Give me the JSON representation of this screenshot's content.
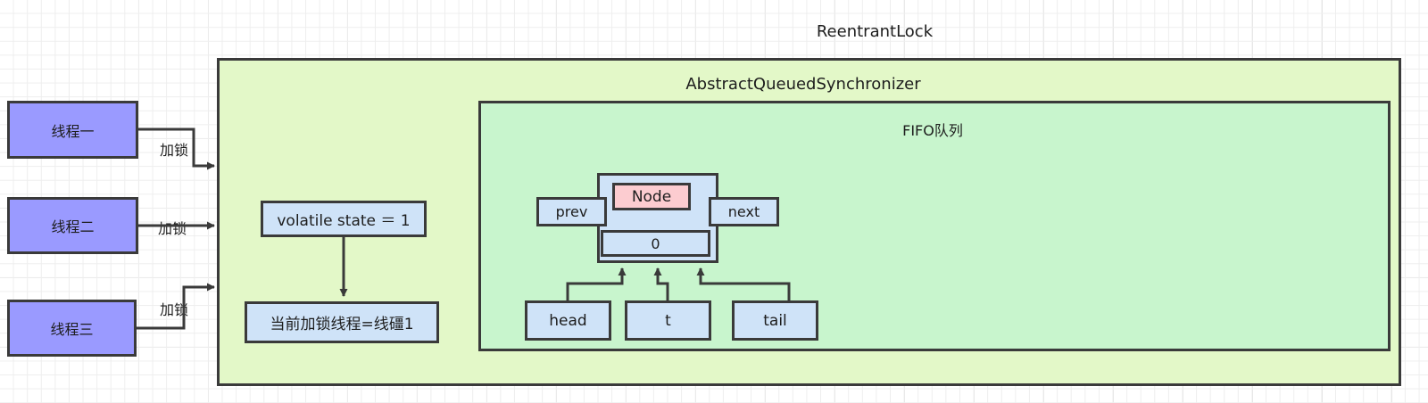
{
  "diagram": {
    "top_title": "ReentrantLock",
    "outer_container_title": "AbstractQueuedSynchronizer",
    "inner_container_title": "FIFO队列",
    "threads": [
      {
        "label": "线程一",
        "edge_label": "加锁"
      },
      {
        "label": "线程二",
        "edge_label": "加锁"
      },
      {
        "label": "线程三",
        "edge_label": "加锁"
      }
    ],
    "state_box": "volatile state ＝ 1",
    "owner_box": "当前加锁线程=线礓1",
    "node": {
      "title": "Node",
      "prev": "prev",
      "next": "next",
      "waitstatus": "0"
    },
    "pointers": [
      {
        "label": "head"
      },
      {
        "label": "t"
      },
      {
        "label": "tail"
      }
    ],
    "colors": {
      "thread_fill": "#9a9aff",
      "outer_fill": "#e3f8c8",
      "inner_fill": "#c8f5cd",
      "blue_fill": "#cfe3f8",
      "pink_fill": "#fcccd0",
      "stroke": "#3a3a3a",
      "grid": "#e2e2e2"
    }
  }
}
